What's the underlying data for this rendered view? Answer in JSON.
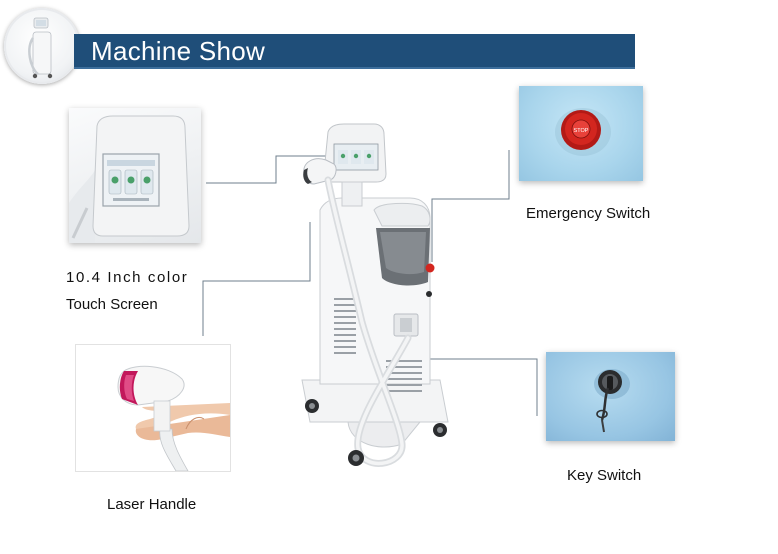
{
  "banner": {
    "title": "Machine Show"
  },
  "callouts": {
    "screen": {
      "line1": "10.4 Inch color",
      "line2": "Touch Screen",
      "screen_text": ""
    },
    "emergency": {
      "label": "Emergency Switch",
      "button_text": "STOP"
    },
    "handle": {
      "label": "Laser Handle"
    },
    "key": {
      "label": "Key Switch"
    }
  },
  "colors": {
    "banner": "#1f4e79",
    "emergency_button": "#d3261f",
    "handle_accent": "#c2185b",
    "photo_background": "#a9d5ec"
  }
}
